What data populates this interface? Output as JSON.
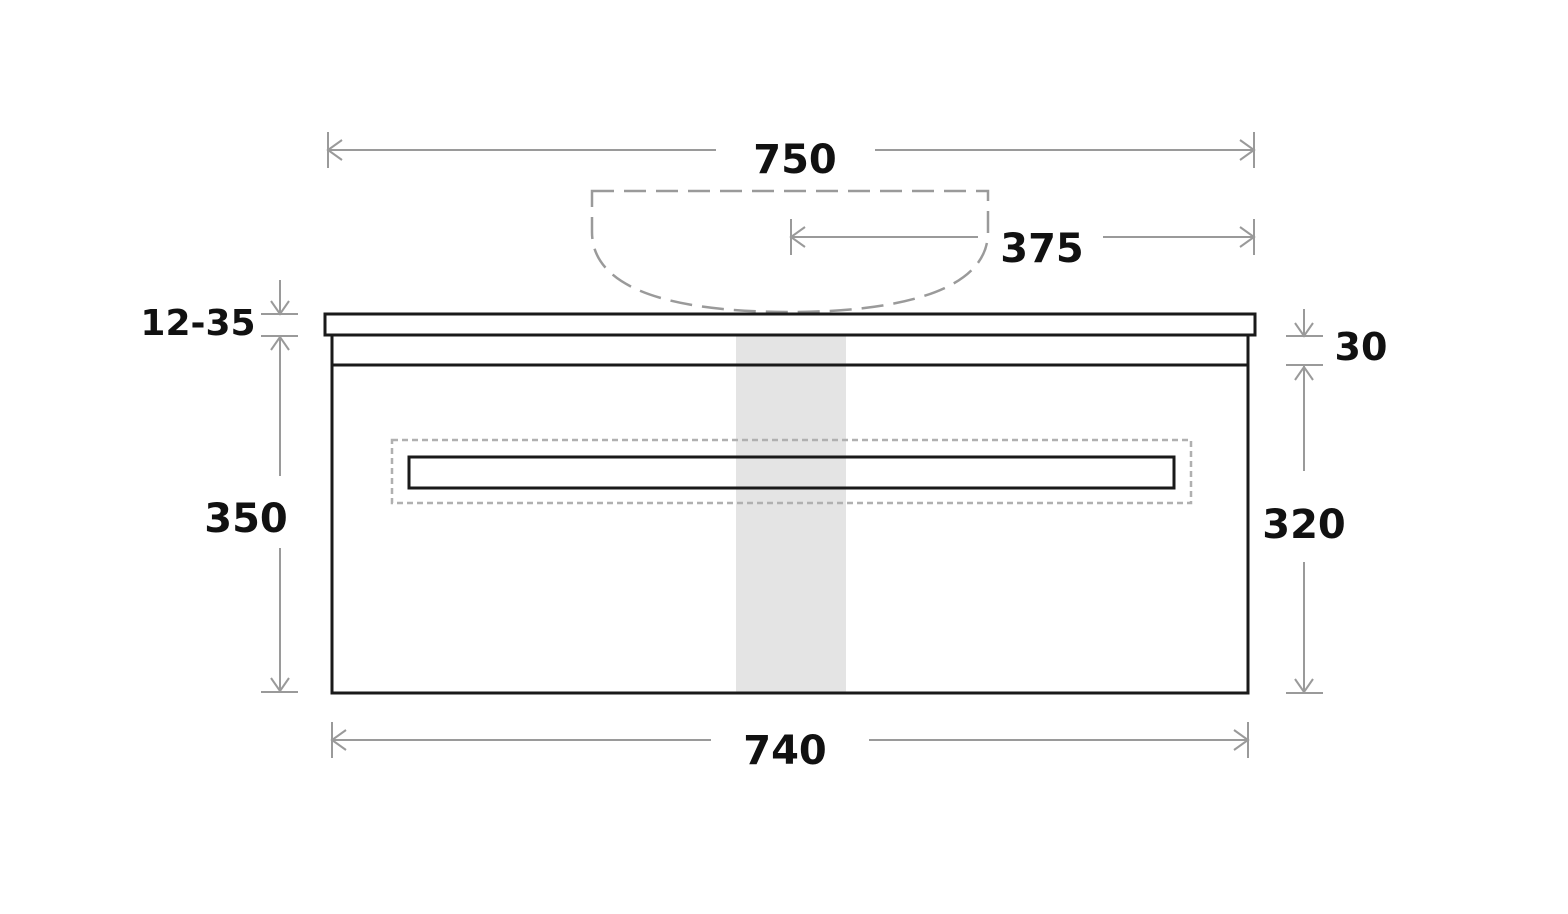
{
  "colors": {
    "outline": "#1a1a1a",
    "dimension": "#9a9a9a",
    "plumbing_zone": "#e4e4e4",
    "text": "#111111"
  },
  "dimensions": {
    "overall_top_width": "750",
    "basin_center_offset": "375",
    "top_thickness_range": "12-35",
    "top_panel_height": "30",
    "overall_height": "350",
    "cabinet_height": "320",
    "cabinet_width": "740"
  }
}
